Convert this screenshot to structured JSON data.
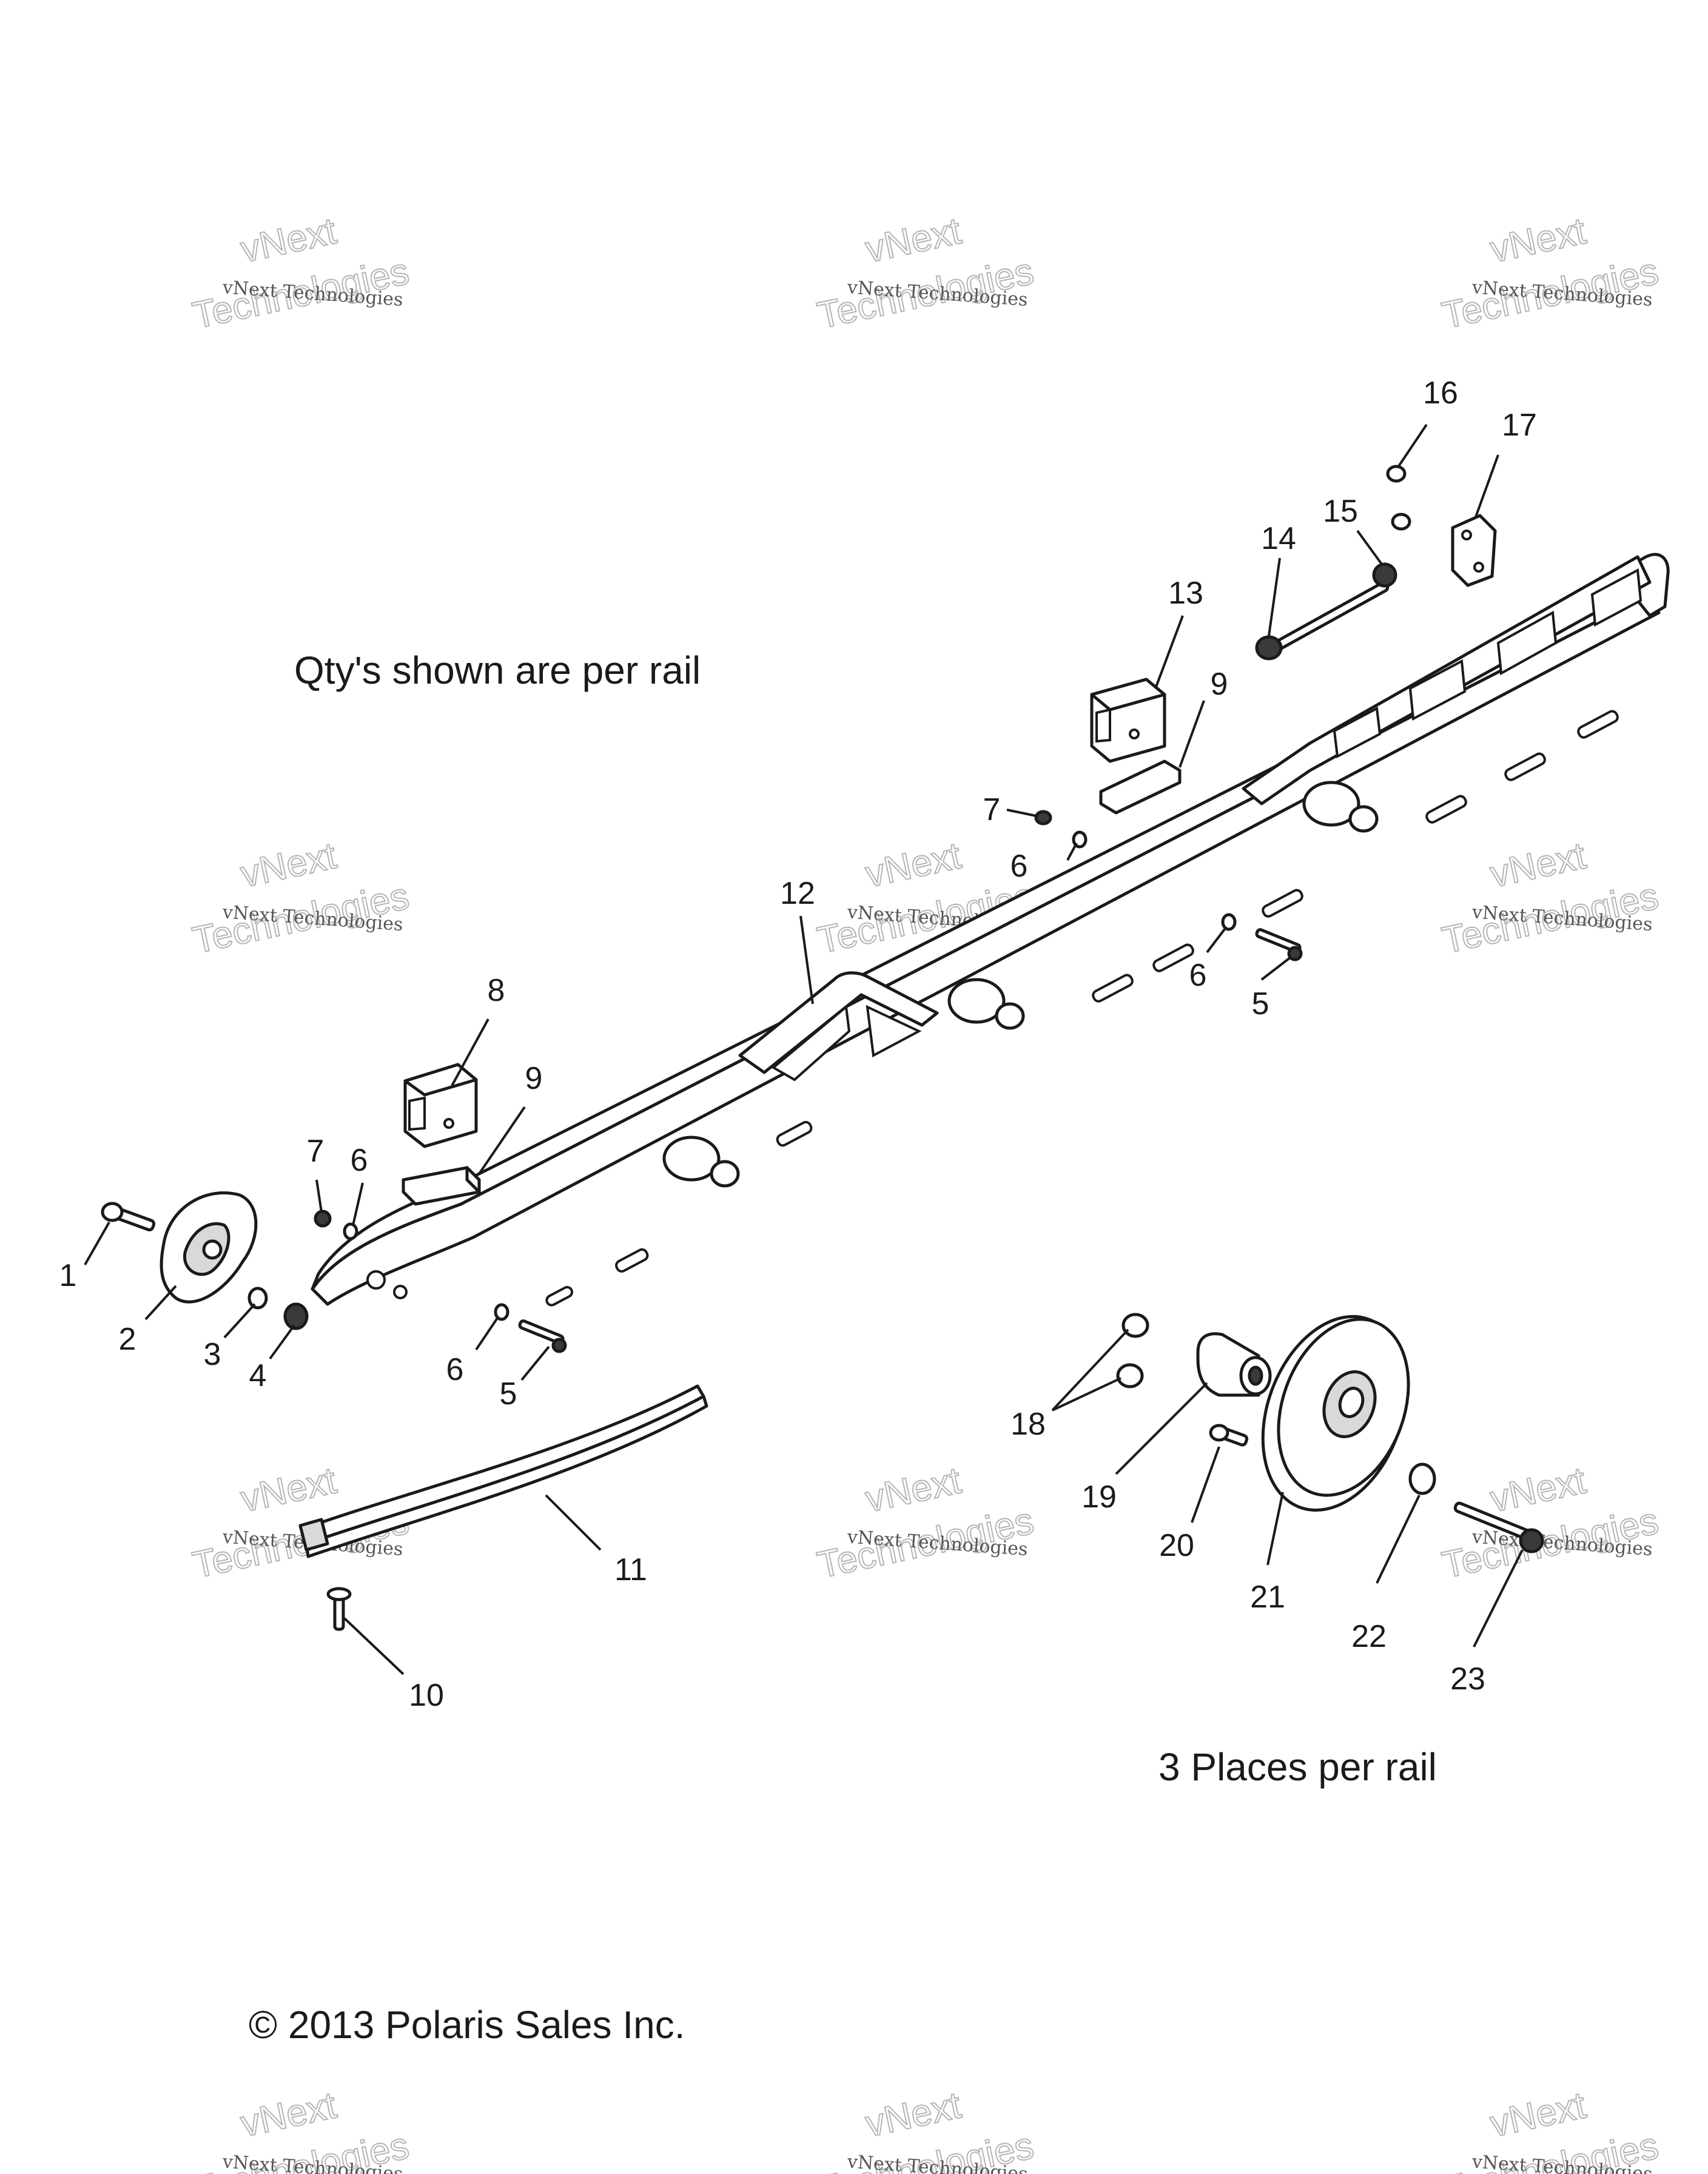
{
  "notes": {
    "qty_note": "Qty's shown are per rail",
    "places_note": "3 Places per rail",
    "copyright": "© 2013 Polaris Sales Inc."
  },
  "watermark": {
    "small": "vNext Technologies",
    "big_top": "vNext",
    "big_bottom": "Technologies"
  },
  "callouts": {
    "c1": "1",
    "c2": "2",
    "c3": "3",
    "c4": "4",
    "c5a": "5",
    "c5b": "5",
    "c6a": "6",
    "c6b": "6",
    "c6c": "6",
    "c6d": "6",
    "c7a": "7",
    "c7b": "7",
    "c8": "8",
    "c9a": "9",
    "c9b": "9",
    "c10": "10",
    "c11": "11",
    "c12": "12",
    "c13": "13",
    "c14": "14",
    "c15": "15",
    "c16": "16",
    "c17": "17",
    "c18": "18",
    "c19": "19",
    "c20": "20",
    "c21": "21",
    "c22": "22",
    "c23": "23"
  },
  "colors": {
    "line": "#1a1a1a",
    "background": "#ffffff",
    "watermark": "#b5b5b5"
  }
}
